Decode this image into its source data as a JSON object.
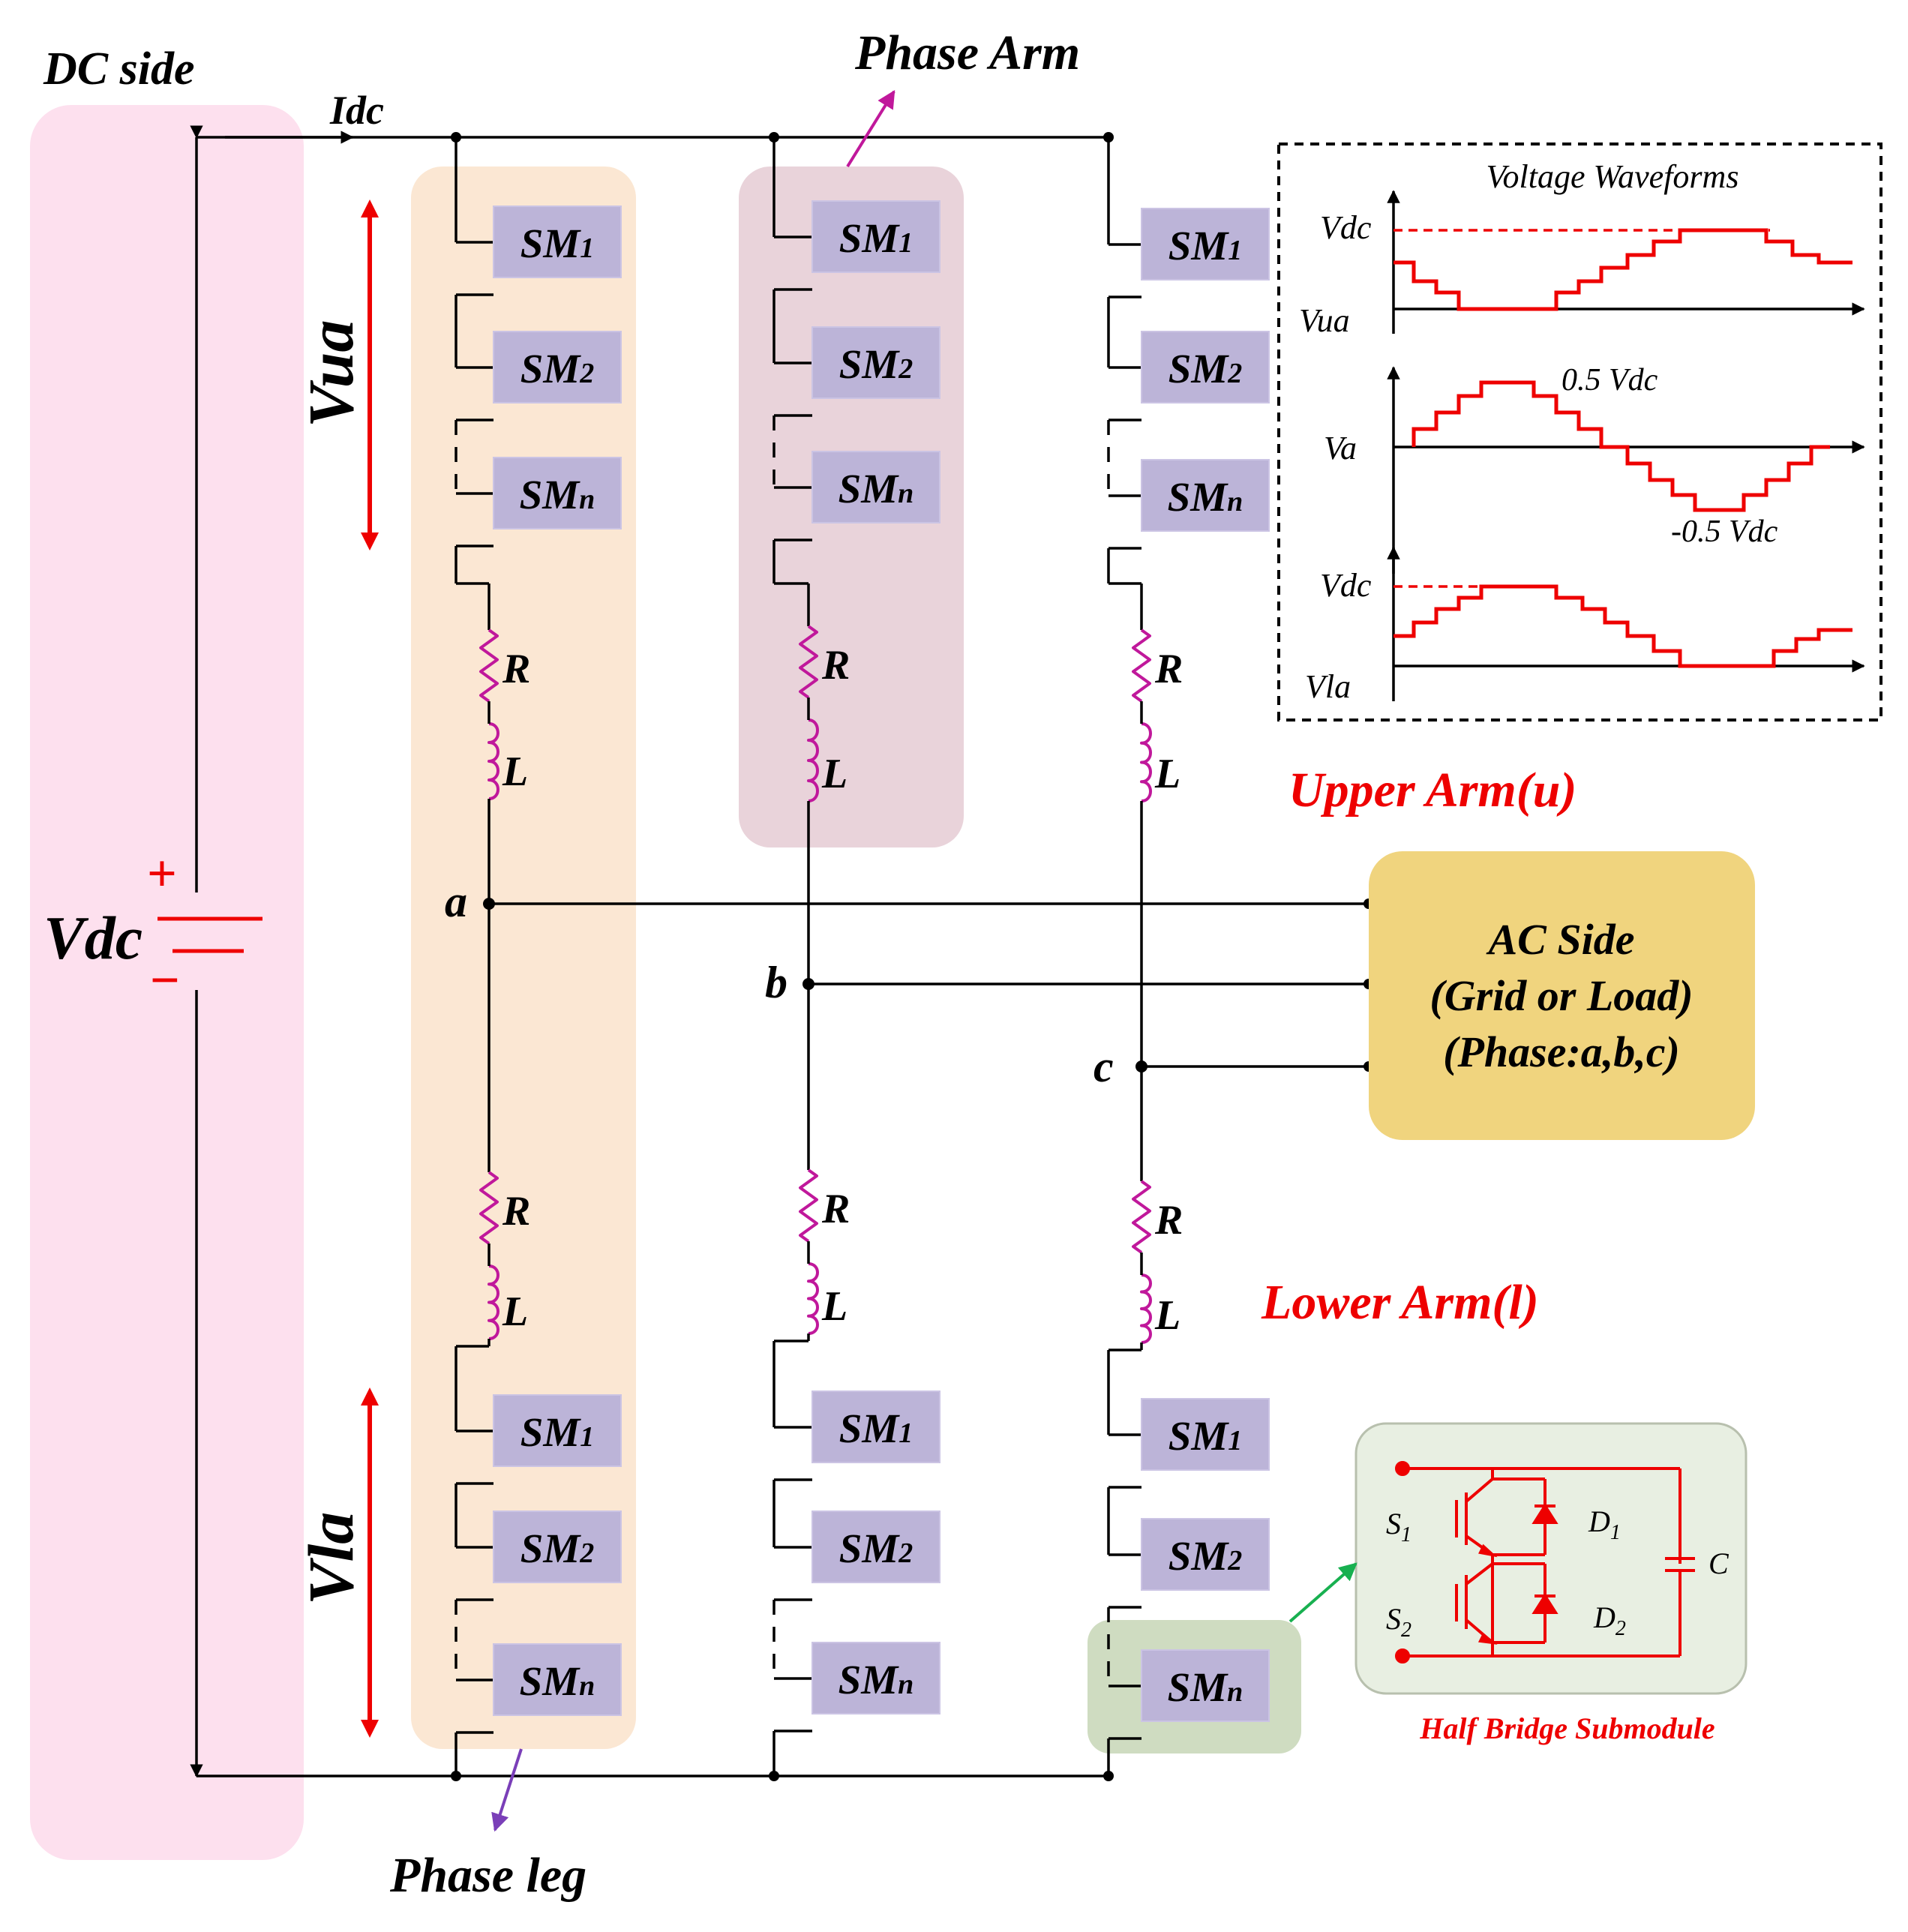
{
  "labels": {
    "dc_side": "DC side",
    "idc": "Idc",
    "vdc": "Vdc",
    "plus": "+",
    "minus": "−",
    "phase_arm": "Phase Arm",
    "phase_leg": "Phase leg",
    "vua_arrow": "Vua",
    "vla_arrow": "Vla",
    "upper_arm": "Upper Arm(u)",
    "lower_arm": "Lower Arm(l)",
    "node_a": "a",
    "node_b": "b",
    "node_c": "c",
    "resistor": "R",
    "inductor": "L"
  },
  "submodules": {
    "sm1": "SM1",
    "sm2": "SM2",
    "smn": "SMn"
  },
  "ac_side": {
    "line1": "AC Side",
    "line2": "(Grid or Load)",
    "line3": "(Phase:a,b,c)"
  },
  "waveforms": {
    "title": "Voltage Waveforms",
    "vdc_top": "Vdc",
    "vua": "Vua",
    "half_vdc": "0.5 Vdc",
    "va": "Va",
    "neg_half_vdc": "-0.5 Vdc",
    "vdc_bottom": "Vdc",
    "vla": "Vla"
  },
  "half_bridge": {
    "title": "Half Bridge Submodule",
    "s1": "S1",
    "d1": "D1",
    "s2": "S2",
    "d2": "D2",
    "c": "C"
  },
  "colors": {
    "dc_panel": "#fde0ee",
    "leg_highlight": "#fbe7d3",
    "arm_highlight": "#e9d3da",
    "submodule": "#bcb4d8",
    "ac_side": "#f0d47e",
    "half_bridge_panel": "#e8efe2",
    "sm_highlight": "#cfdcc1",
    "accent_red": "#ee0000",
    "resistor": "#c0189b"
  }
}
